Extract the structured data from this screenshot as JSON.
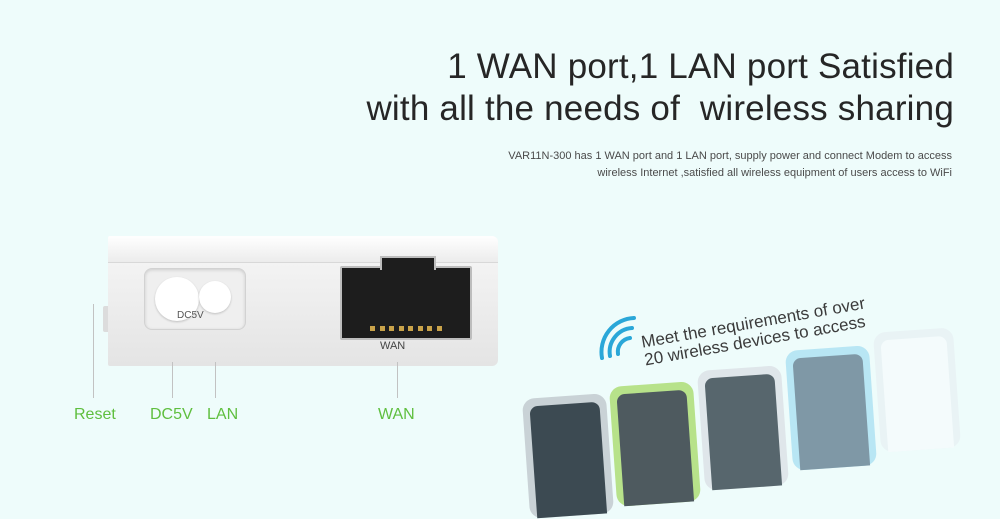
{
  "headline": {
    "line1": "1 WAN port,1 LAN port Satisfied",
    "line2": "with all the needs of  wireless sharing"
  },
  "subtext": {
    "line1": "VAR11N-300 has 1 WAN port and 1 LAN port, supply power and connect Modem to access",
    "line2": "wireless Internet ,satisfied all wireless equipment of users access to WiFi"
  },
  "device": {
    "dc_label": "DC5V",
    "wan_label": "WAN"
  },
  "port_labels": {
    "reset": "Reset",
    "dc5v": "DC5V",
    "lan": "LAN",
    "wan": "WAN"
  },
  "devices_note": {
    "line1": "Meet the requirements of over",
    "line2": "20 wireless devices to access"
  },
  "colors": {
    "label_green": "#5fbf3f",
    "background": "#eefcfb",
    "wifi_blue": "#2aa7d8"
  },
  "icons": [
    "wifi-icon"
  ]
}
